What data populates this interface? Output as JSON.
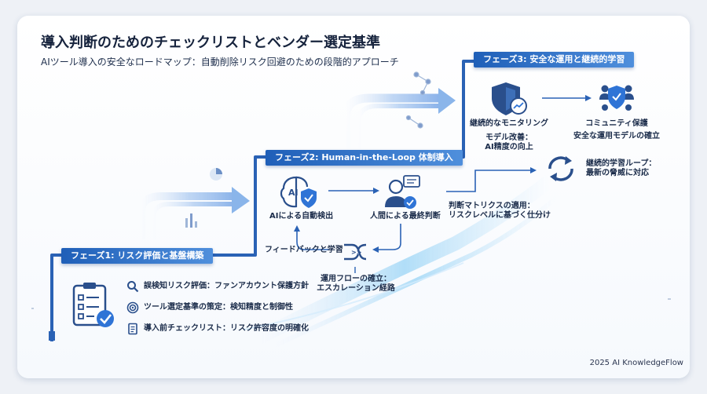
{
  "title": "導入判断のためのチェックリストとベンダー選定基準",
  "subtitle": "AIツール導入の安全なロードマップ：自動削除リスク回避のための段階的アプローチ",
  "phases": [
    {
      "label": "フェーズ1: リスク評価と基盤構築"
    },
    {
      "label": "フェーズ2: Human-in-the-Loop 体制導入"
    },
    {
      "label": "フェーズ3: 安全な運用と継続的学習"
    }
  ],
  "phase1": {
    "items": [
      "誤検知リスク評価：ファンアカウント保護方針",
      "ツール選定基準の策定：検知精度と制御性",
      "導入前チェックリスト：リスク許容度の明確化"
    ]
  },
  "phase2": {
    "ai_detect": "AIによる自動検出",
    "human_judge": "人間による最終判断",
    "feedback": "フィードバックと学習",
    "flow_line1": "運用フローの確立：",
    "flow_line2": "エスカレーション経路",
    "matrix_line1": "判断マトリクスの適用：",
    "matrix_line2": "リスクレベルに基づく仕分け"
  },
  "phase3": {
    "monitoring": "継続的なモニタリング",
    "model_line1": "モデル改善：",
    "model_line2": "AI精度の向上",
    "community_line1": "コミュニティ保護",
    "community_line2": "安全な運用モデルの確立",
    "loop_line1": "継続的学習ループ：",
    "loop_line2": "最新の脅威に対応"
  },
  "footer": "2025 AI KnowledgeFlow",
  "colors": {
    "accent": "#2a6fd1",
    "dark": "#1b2c4a",
    "banner_start": "#1f5fb8",
    "banner_end": "#4f8fdc"
  }
}
